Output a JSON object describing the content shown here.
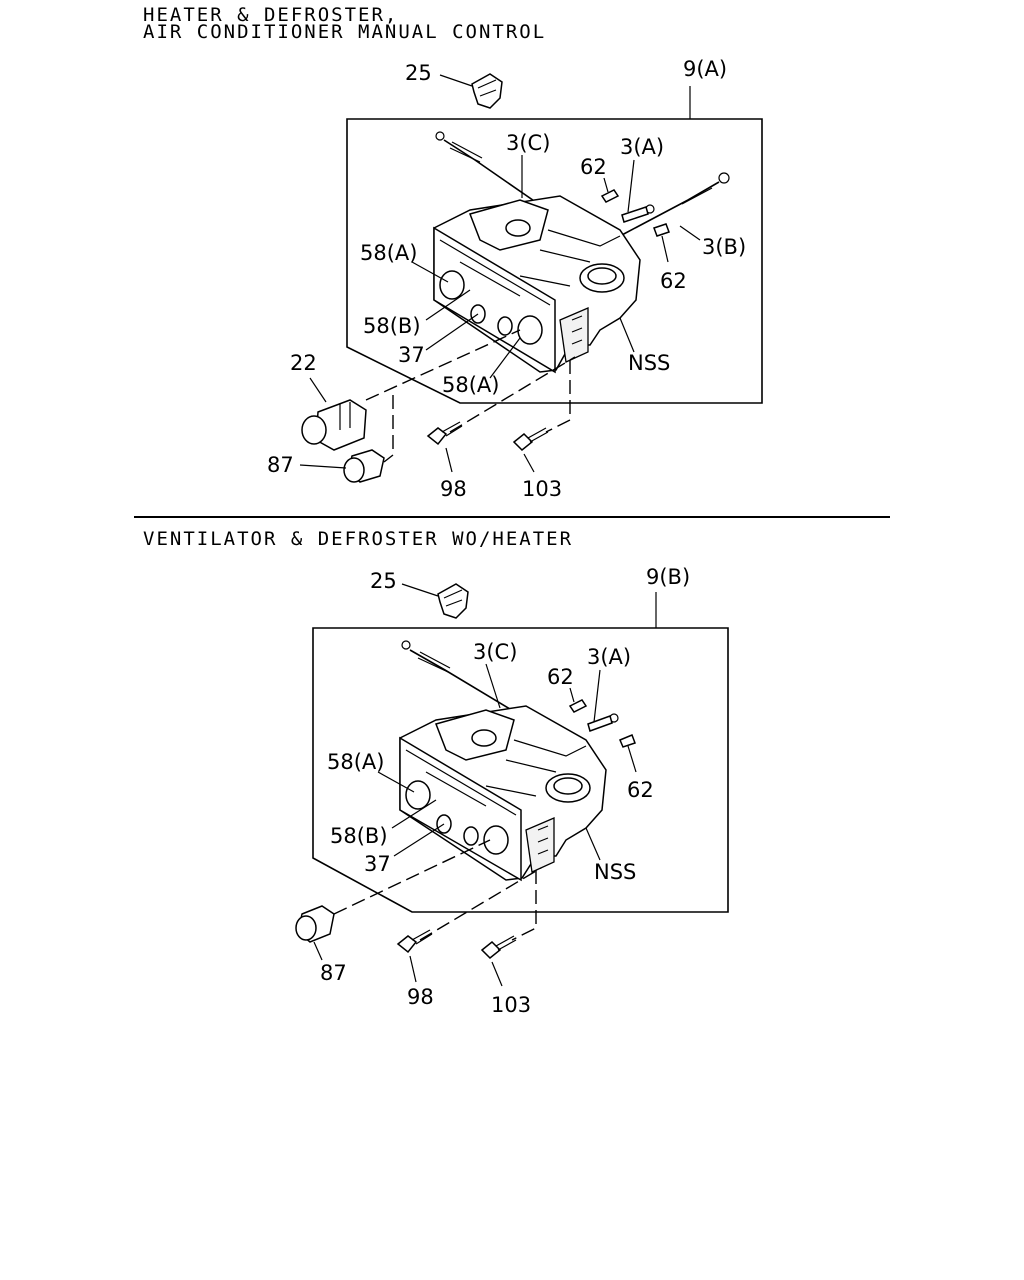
{
  "section1": {
    "title_line1": "HEATER & DEFROSTER,",
    "title_line2": "AIR CONDITIONER MANUAL CONTROL",
    "callouts": {
      "c25": "25",
      "c9": "9(A)",
      "c3c": "3(C)",
      "c62a": "62",
      "c3a": "3(A)",
      "c3b": "3(B)",
      "c62b": "62",
      "c58a1": "58(A)",
      "c58b": "58(B)",
      "c37": "37",
      "c58a2": "58(A)",
      "cnss": "NSS",
      "c22": "22",
      "c87": "87",
      "c98": "98",
      "c103": "103"
    }
  },
  "section2": {
    "title": "VENTILATOR & DEFROSTER WO/HEATER",
    "callouts": {
      "c25": "25",
      "c9": "9(B)",
      "c3c": "3(C)",
      "c62a": "62",
      "c3a": "3(A)",
      "c62b": "62",
      "c58a": "58(A)",
      "c58b": "58(B)",
      "c37": "37",
      "cnss": "NSS",
      "c87": "87",
      "c98": "98",
      "c103": "103"
    }
  }
}
